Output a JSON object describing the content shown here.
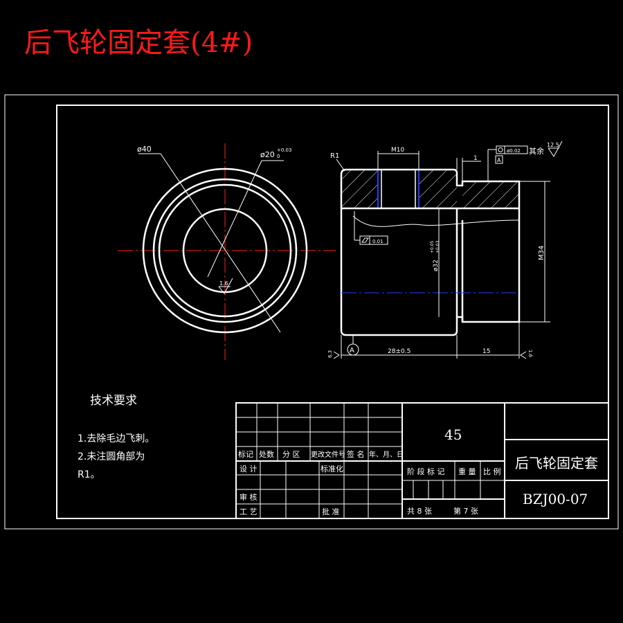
{
  "page_title": "后飞轮固定套(4#)",
  "colors": {
    "line": "#ffffff",
    "center_line": "#ff2020",
    "hidden_line": "#2040ff",
    "title": "#ff1a1a"
  },
  "front_view": {
    "outer_dia": "ø40",
    "inner_dia": "ø20",
    "inner_tol": "+0.03",
    "inner_tol_low": "0",
    "roughness": "1.6"
  },
  "section_view": {
    "corner_radius": "R1",
    "thread_top": "M10",
    "step_width": "1",
    "position_tol_value": "ø0.02",
    "datum_label": "A",
    "roughness_rest": "12.5",
    "rest_label": "其余",
    "flatness_value": "0.01",
    "bore_dia": "ø32",
    "bore_tol_up": "+0.05",
    "bore_tol_low": "+0.03",
    "outer_thread": "M34",
    "length_main": "28±0.5",
    "length_small": "15",
    "roughness_left": "6.3",
    "roughness_right": "1.6",
    "datum_bottom": "A"
  },
  "tech_requirements": {
    "heading": "技术要求",
    "line1": "1.去除毛边飞刺。",
    "line2": "2.未注圆角部为",
    "line3": "R1。"
  },
  "title_block": {
    "material": "45",
    "part_name": "后飞轮固定套",
    "drawing_no": "BZJ00-07",
    "h_mark": "标记",
    "h_count": "处数",
    "h_zone": "分 区",
    "h_change_doc": "更改文件号",
    "h_sign": "签 名",
    "h_date": "年、月、日",
    "design": "设 计",
    "standard": "标准化",
    "review": "审 核",
    "process": "工 艺",
    "approve": "批 准",
    "stage_mark": "阶 段 标 记",
    "weight": "重 量",
    "scale": "比 例",
    "sheets_total": "共 8 张",
    "sheet_no": "第 7 张"
  }
}
